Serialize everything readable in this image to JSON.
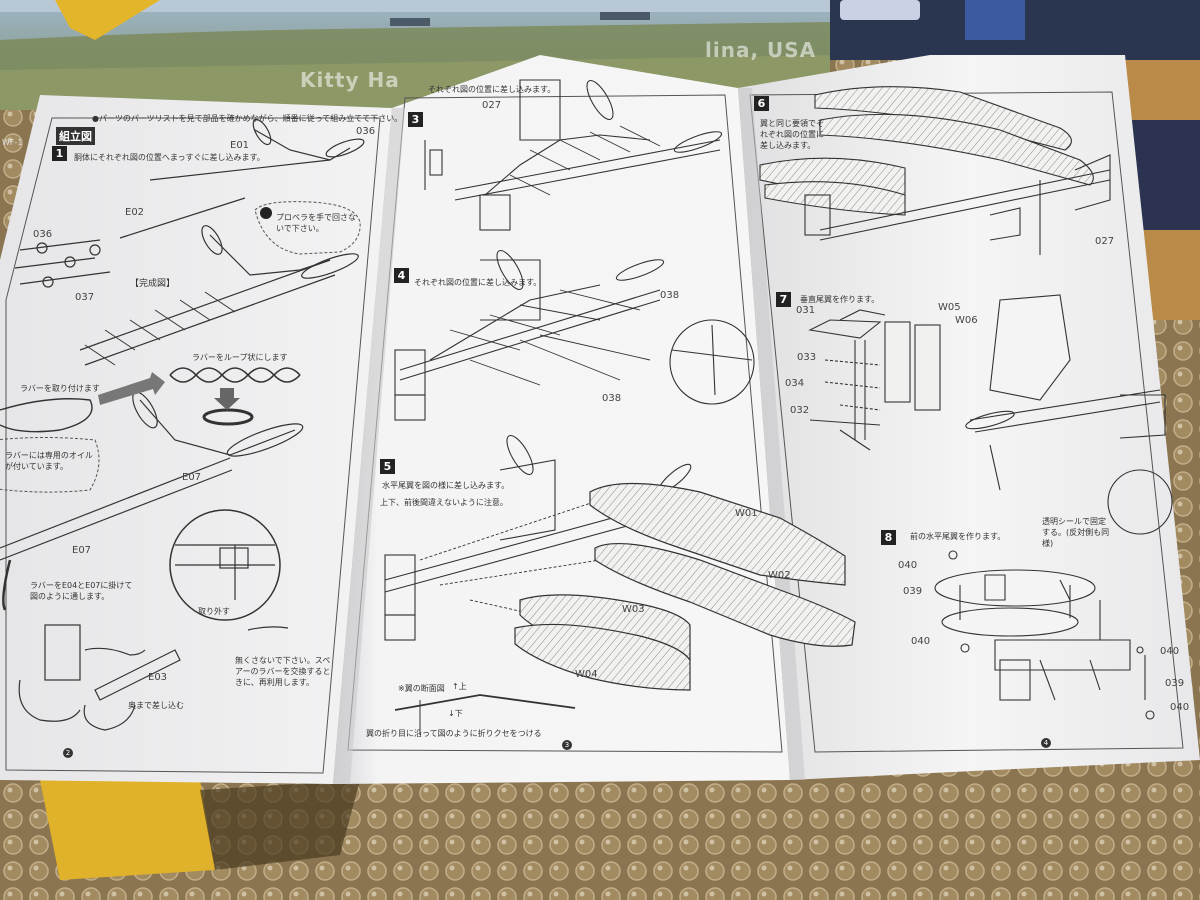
{
  "background": {
    "box_text_1": "Kitty Ha",
    "box_text_2": "lina, USA",
    "box_code": "WF-1"
  },
  "page_left": {
    "section_title": "組立図",
    "intro_note": "●パーツのパーツリストを見て部品を確かめながら、順番に従って組み立てて下さい。",
    "step1": {
      "number": "1",
      "instruction": "胴体にそれぞれ図の位置へまっすぐに差し込みます。",
      "labels": [
        "E01",
        "036",
        "E02",
        "036",
        "037"
      ],
      "caution": "プロペラを手で回さないで下さい。",
      "complete_label": "【完成図】",
      "rubber_loop": "ラバーをループ状にします",
      "rubber_attach": "ラバーを取り付けます",
      "oil_note": "ラバーには専用のオイルが付いています。",
      "hook_note": "ラバーをE04とE07に掛けて図のように通します。",
      "remove_label": "取り外す",
      "spare_note": "無くさないで下さい。スペアーのラバーを交換するときに、再利用します。",
      "part_e07a": "E07",
      "part_e07b": "E07",
      "part_e03": "E03",
      "insert_note": "奥まで差し込む"
    },
    "page_number": "2"
  },
  "page_middle": {
    "step3": {
      "number": "3",
      "instruction": "それぞれ図の位置に差し込みます。",
      "part": "027"
    },
    "step4": {
      "number": "4",
      "instruction": "それぞれ図の位置に差し込みます。",
      "part_a": "038",
      "part_b": "038"
    },
    "step5": {
      "number": "5",
      "instruction": "水平尾翼を図の様に差し込みます。",
      "note": "上下、前後間違えないように注意。",
      "wings": [
        "W01",
        "W02",
        "W03",
        "W04"
      ]
    },
    "cross_section": {
      "title": "※翼の断面図",
      "up": "↑上",
      "down": "↓下"
    },
    "fold_note": "翼の折り目に沿って図のように折りクセをつける",
    "page_number": "3"
  },
  "page_right": {
    "step6": {
      "number": "6",
      "instruction": "翼と同じ要領でそれぞれ図の位置に差し込みます。",
      "part": "027"
    },
    "step7": {
      "number": "7",
      "instruction": "垂直尾翼を作ります。",
      "parts": [
        "031",
        "W05",
        "W06",
        "033",
        "034",
        "032"
      ],
      "sticker_note": "透明シールで固定する。(反対側も同様)"
    },
    "step8": {
      "number": "8",
      "instruction": "前の水平尾翼を作ります。",
      "parts_left": [
        "040",
        "039",
        "040"
      ],
      "parts_right": [
        "040",
        "039",
        "040"
      ]
    },
    "page_number": "4"
  }
}
